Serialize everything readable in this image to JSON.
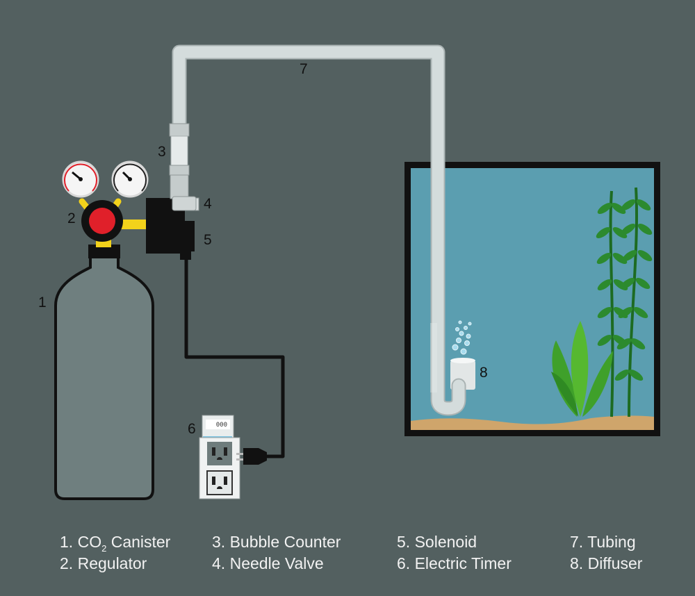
{
  "diagram": {
    "callouts": {
      "canister": "1",
      "regulator": "2",
      "bubble_counter": "3",
      "needle_valve": "4",
      "solenoid": "5",
      "timer": "6",
      "tubing": "7",
      "diffuser": "8"
    },
    "timer_display": "000",
    "legend": [
      {
        "num": "1.",
        "pre": "CO",
        "sub": "2",
        "post": " Canister"
      },
      {
        "num": "2.",
        "pre": "Regulator",
        "sub": "",
        "post": ""
      },
      {
        "num": "3.",
        "pre": "Bubble Counter",
        "sub": "",
        "post": ""
      },
      {
        "num": "4.",
        "pre": "Needle Valve",
        "sub": "",
        "post": ""
      },
      {
        "num": "5.",
        "pre": "Solenoid",
        "sub": "",
        "post": ""
      },
      {
        "num": "6.",
        "pre": "Electric Timer",
        "sub": "",
        "post": ""
      },
      {
        "num": "7.",
        "pre": "Tubing",
        "sub": "",
        "post": ""
      },
      {
        "num": "8.",
        "pre": "Diffuser",
        "sub": "",
        "post": ""
      }
    ],
    "colors": {
      "background": "#536060",
      "water": "#5b9eb0",
      "sand": "#cfa56b",
      "tubing": "#d4dcdc",
      "canister": "#6f7f7f",
      "regulator_knob": "#e0202a",
      "brass": "#f2d21b",
      "plant": "#2c8a2e"
    }
  }
}
